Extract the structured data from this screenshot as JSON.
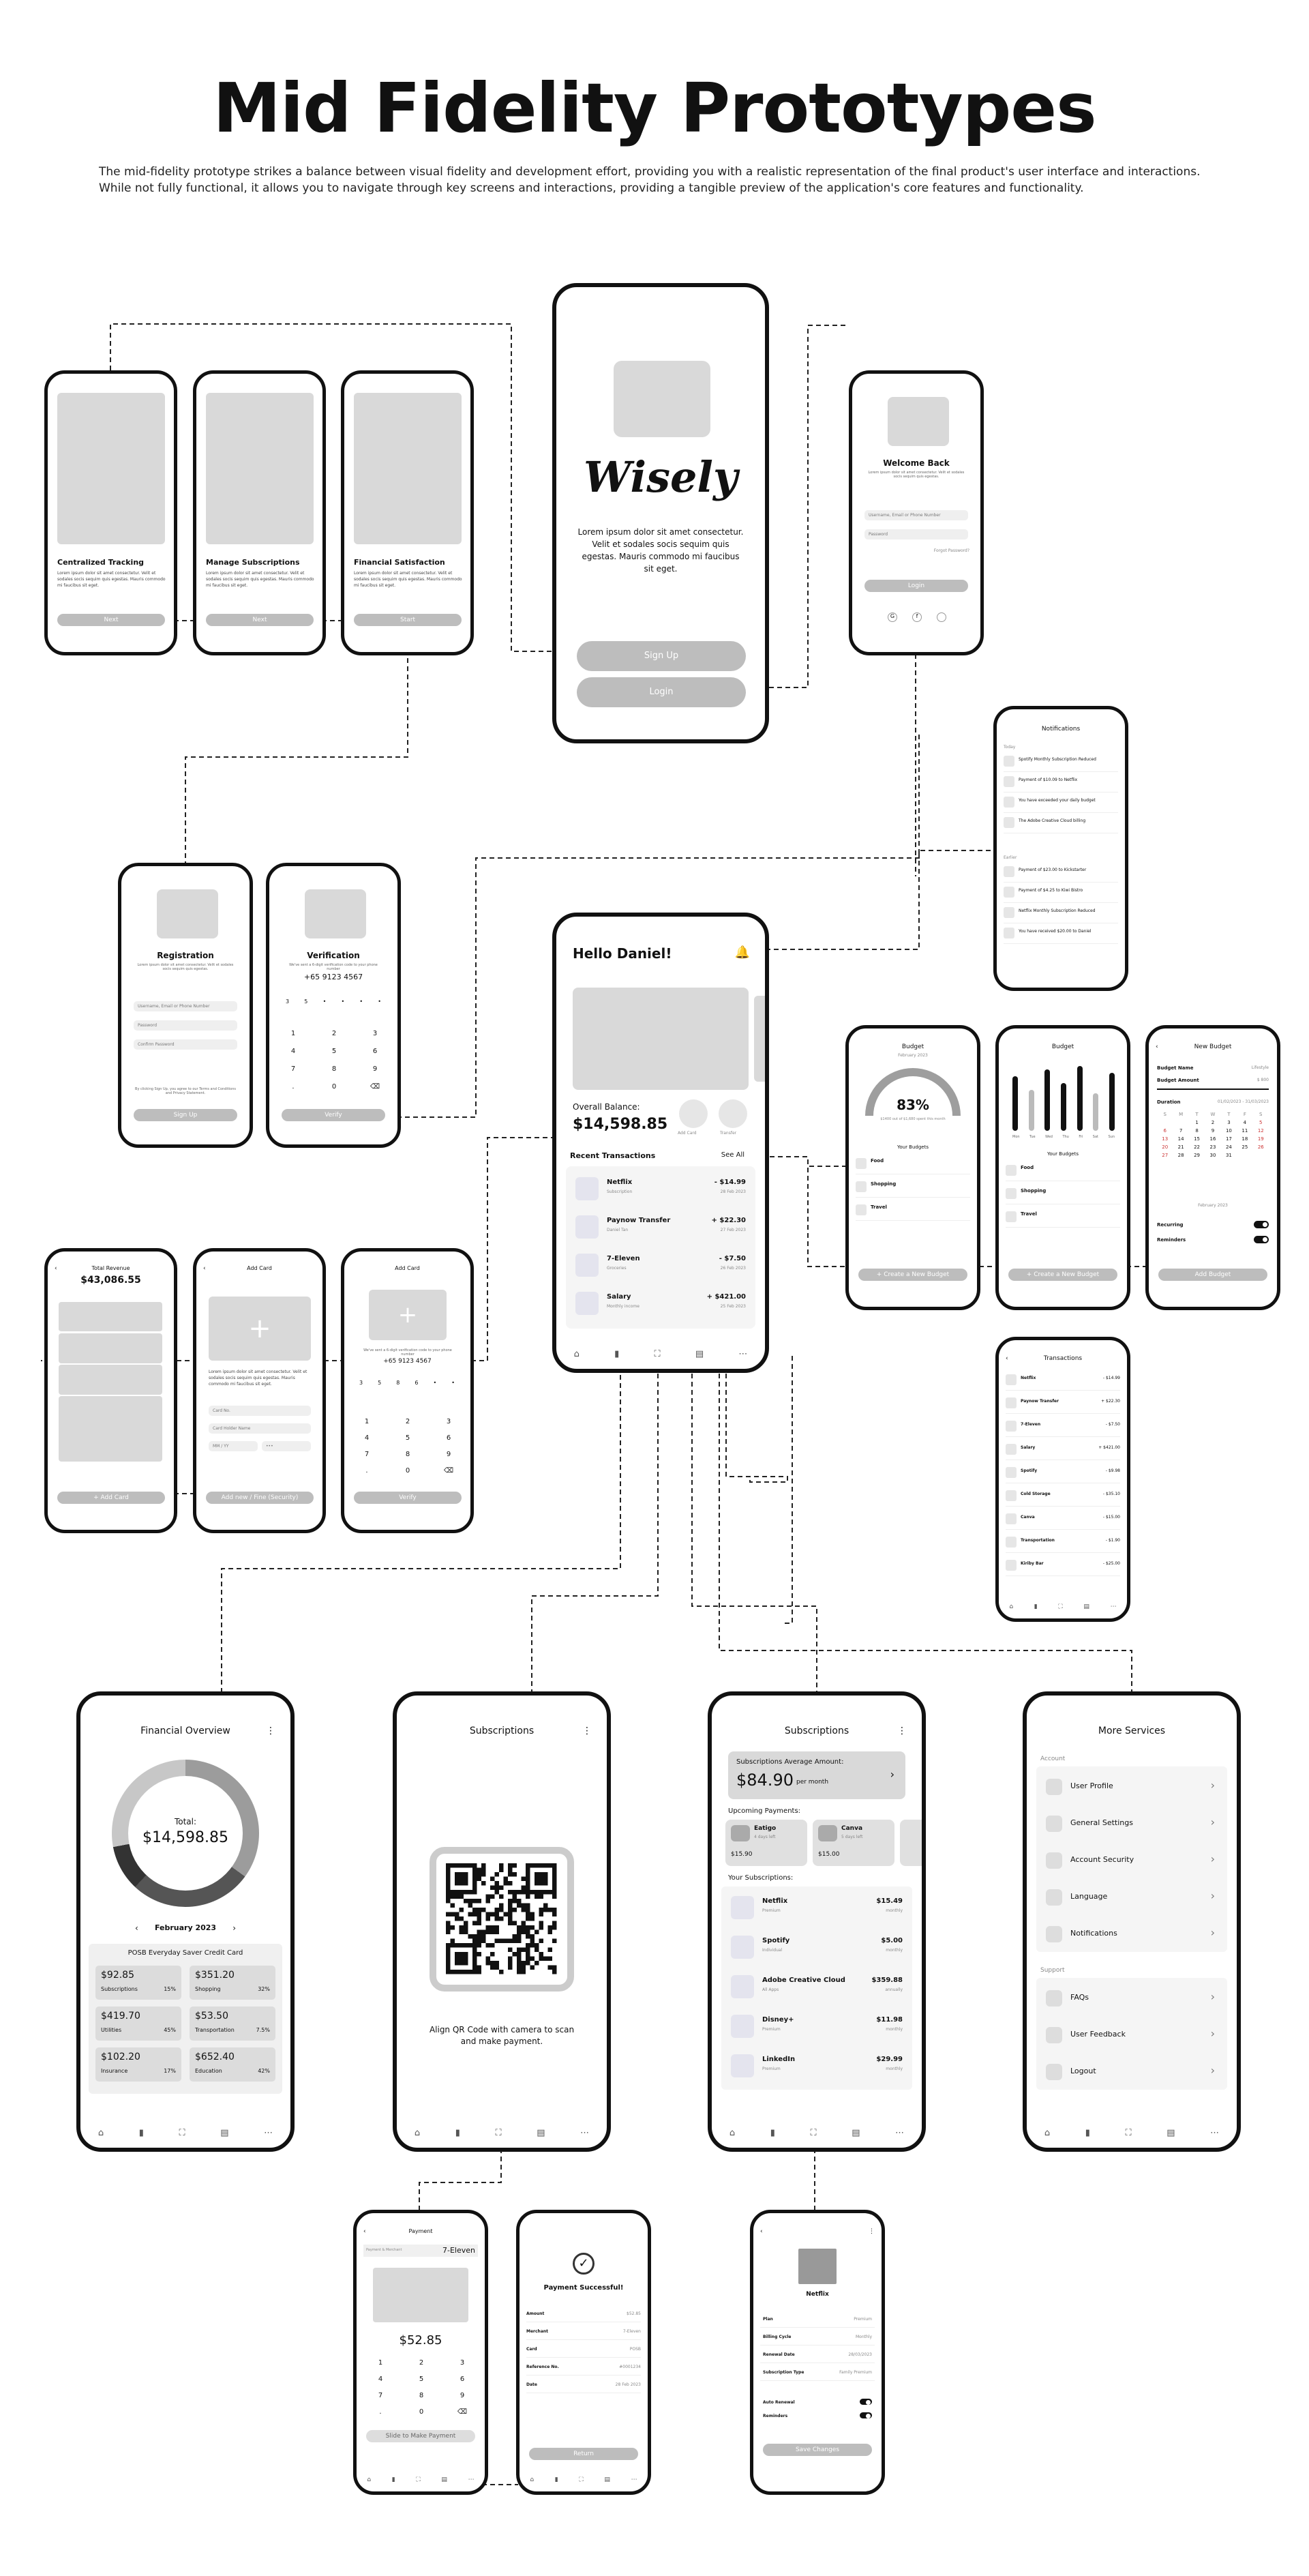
{
  "header": {
    "title": "Mid Fidelity Prototypes",
    "description": "The mid-fidelity prototype strikes a balance between visual fidelity and development effort, providing you with a realistic representation of the final product's user interface and interactions. While not fully functional, it allows you to navigate through key screens and interactions, providing a tangible preview of the application's core features and functionality."
  },
  "onboarding": [
    {
      "title": "Centralized Tracking",
      "body": "Lorem ipsum dolor sit amet consectetur. Velit et sodales socis sequim quis egestas. Mauris commodo mi faucibus sit eget.",
      "button": "Next"
    },
    {
      "title": "Manage Subscriptions",
      "body": "Lorem ipsum dolor sit amet consectetur. Velit et sodales socis sequim quis egestas. Mauris commodo mi faucibus sit eget.",
      "button": "Next"
    },
    {
      "title": "Financial Satisfaction",
      "body": "Lorem ipsum dolor sit amet consectetur. Velit et sodales socis sequim quis egestas. Mauris commodo mi faucibus sit eget.",
      "button": "Start"
    }
  ],
  "splash": {
    "logo": "Wisely",
    "body": "Lorem ipsum dolor sit amet consectetur. Velit et sodales socis sequim quis egestas. Mauris commodo mi faucibus sit eget.",
    "signup": "Sign Up",
    "login": "Login"
  },
  "login": {
    "title": "Welcome Back",
    "subtitle": "Lorem ipsum dolor sit amet consectetur. Velit et sodales socis sequim quis egestas.",
    "email": "Username, Email or Phone Number",
    "password": "Password",
    "forgot": "Forgot Password?",
    "button": "Login"
  },
  "notifications": {
    "title": "Notifications",
    "today": "Today",
    "earlier": "Earlier",
    "items": [
      "Spotify Monthly Subscription Reduced",
      "Payment of $10.09 to Netflix",
      "You have exceeded your daily budget",
      "The Adobe Creative Cloud billing",
      "Payment of $23.00 to Kickstarter",
      "Payment of $4.25 to Kiwi Bistro",
      "Netflix Monthly Subscription Reduced",
      "You have received $20.00 to Daniel"
    ]
  },
  "registration": {
    "title": "Registration",
    "subtitle": "Lorem ipsum dolor sit amet consectetur. Velit et sodales socis sequim quis egestas.",
    "email": "Username, Email or Phone Number",
    "password": "Password",
    "confirm": "Confirm Password",
    "terms": "By clicking Sign Up, you agree to our Terms and Conditions and Privacy Statement.",
    "button": "Sign Up"
  },
  "verification": {
    "title": "Verification",
    "subtitle": "We've sent a 6-digit verification code to your phone number",
    "phone": "+65 9123 4567",
    "code": [
      "3",
      "5",
      "•",
      "•",
      "•",
      "•"
    ],
    "keys": [
      "1",
      "2",
      "3",
      "4",
      "5",
      "6",
      "7",
      "8",
      "9",
      ".",
      "0",
      "⌫"
    ],
    "button": "Verify"
  },
  "home": {
    "greeting": "Hello Daniel!",
    "balance_label": "Overall Balance:",
    "balance": "$14,598.85",
    "quick": [
      "Add Card",
      "Transfer"
    ],
    "recent": "Recent Transactions",
    "see": "See All",
    "transactions": [
      {
        "name": "Netflix",
        "detail": "Subscription",
        "amount": "- $14.99",
        "date": "28 Feb 2023"
      },
      {
        "name": "Paynow Transfer",
        "detail": "Daniel Tan",
        "amount": "+ $22.30",
        "date": "27 Feb 2023"
      },
      {
        "name": "7-Eleven",
        "detail": "Groceries",
        "amount": "- $7.50",
        "date": "26 Feb 2023"
      },
      {
        "name": "Salary",
        "detail": "Monthly income",
        "amount": "+ $421.00",
        "date": "25 Feb 2023"
      }
    ]
  },
  "budget1": {
    "title": "Budget",
    "month": "February 2023",
    "percent": "83%",
    "note": "$1400 out of $1,680 spent this month",
    "your": "Your Budgets",
    "items": [
      "Food",
      "Shopping",
      "Travel"
    ],
    "button": "+ Create a New Budget"
  },
  "budget2": {
    "title": "Budget",
    "your": "Your Budgets",
    "items": [
      "Food",
      "Shopping",
      "Travel"
    ],
    "days": [
      "Mon",
      "Tue",
      "Wed",
      "Thu",
      "Fri",
      "Sat",
      "Sun"
    ],
    "button": "+ Create a New Budget"
  },
  "newbudget": {
    "title": "New Budget",
    "name_label": "Budget Name",
    "name_value": "Lifestyle",
    "amount_label": "Budget Amount",
    "amount_value": "$ 800",
    "duration": "Duration",
    "range": "01/02/2023 - 31/03/2023",
    "week": [
      "S",
      "M",
      "T",
      "W",
      "T",
      "F",
      "S"
    ],
    "days": [
      "",
      "",
      "1",
      "2",
      "3",
      "4",
      "5",
      "6",
      "7",
      "8",
      "9",
      "10",
      "11",
      "12",
      "13",
      "14",
      "15",
      "16",
      "17",
      "18",
      "19",
      "20",
      "21",
      "22",
      "23",
      "24",
      "25",
      "26",
      "27",
      "28",
      "29",
      "30",
      "31"
    ],
    "month": "February 2023",
    "recurring": "Recurring",
    "reminders": "Reminders",
    "button": "Add Budget"
  },
  "transactions": {
    "title": "Transactions",
    "items": [
      {
        "name": "Netflix",
        "amount": "- $14.99"
      },
      {
        "name": "Paynow Transfer",
        "amount": "+ $22.30"
      },
      {
        "name": "7-Eleven",
        "amount": "- $7.50"
      },
      {
        "name": "Salary",
        "amount": "+ $421.00"
      },
      {
        "name": "Spotify",
        "amount": "- $9.98"
      },
      {
        "name": "Cold Storage",
        "amount": "- $35.10"
      },
      {
        "name": "Canva",
        "amount": "- $15.00"
      },
      {
        "name": "Transportation",
        "amount": "- $1.90"
      },
      {
        "name": "Kiriby Bar",
        "amount": "- $25.00"
      }
    ]
  },
  "revenue": {
    "title": "Total Revenue",
    "amount": "$43,086.55",
    "button": "+ Add Card"
  },
  "addcard": {
    "title": "Add Card",
    "body": "Lorem ipsum dolor sit amet consectetur. Velit et sodales socis sequim quis egestas. Mauris commodo mi faucibus sit eget.",
    "card": "Card No.",
    "name": "Card Holder Name",
    "cvv": "MM / YY",
    "button": "Add new / Fine (Security)"
  },
  "addcard2": {
    "title": "Add Card",
    "subtitle": "We've sent a 6-digit verification code to your phone number",
    "phone": "+65 9123 4567",
    "code": [
      "3",
      "5",
      "8",
      "6",
      "•",
      "•"
    ],
    "keys": [
      "1",
      "2",
      "3",
      "4",
      "5",
      "6",
      "7",
      "8",
      "9",
      ".",
      "0",
      "⌫"
    ],
    "button": "Verify"
  },
  "overview": {
    "title": "Financial Overview",
    "total_label": "Total:",
    "total": "$14,598.85",
    "month": "February 2023",
    "card": "POSB Everyday Saver Credit Card",
    "stats": [
      {
        "amount": "$92.85",
        "label": "Subscriptions",
        "pct": "15%"
      },
      {
        "amount": "$351.20",
        "label": "Shopping",
        "pct": "32%"
      },
      {
        "amount": "$419.70",
        "label": "Utilities",
        "pct": "45%"
      },
      {
        "amount": "$53.50",
        "label": "Transportation",
        "pct": "7.5%"
      },
      {
        "amount": "$102.20",
        "label": "Insurance",
        "pct": "17%"
      },
      {
        "amount": "$652.40",
        "label": "Education",
        "pct": "42%"
      }
    ]
  },
  "scan": {
    "title": "Subscriptions",
    "hint": "Align QR Code with camera to scan and make payment."
  },
  "subscriptions": {
    "title": "Subscriptions",
    "avg_label": "Subscriptions Average Amount:",
    "avg": "$84.90",
    "per": "per month",
    "upcoming": "Upcoming Payments:",
    "up": [
      {
        "name": "Eatigo",
        "days": "4 days left",
        "amount": "$15.90"
      },
      {
        "name": "Canva",
        "days": "5 days left",
        "amount": "$15.00"
      }
    ],
    "yours": "Your Subscriptions:",
    "list": [
      {
        "name": "Netflix",
        "plan": "Premium",
        "amount": "$15.49",
        "cycle": "monthly"
      },
      {
        "name": "Spotify",
        "plan": "Individual",
        "amount": "$5.00",
        "cycle": "monthly"
      },
      {
        "name": "Adobe Creative Cloud",
        "plan": "All Apps",
        "amount": "$359.88",
        "cycle": "annually"
      },
      {
        "name": "Disney+",
        "plan": "Premium",
        "amount": "$11.98",
        "cycle": "monthly"
      },
      {
        "name": "LinkedIn",
        "plan": "Premium",
        "amount": "$29.99",
        "cycle": "monthly"
      }
    ]
  },
  "services": {
    "title": "More Services",
    "account": "Account",
    "account_items": [
      "User Profile",
      "General Settings",
      "Account Security",
      "Language",
      "Notifications"
    ],
    "support": "Support",
    "support_items": [
      "FAQs",
      "User Feedback",
      "Logout"
    ]
  },
  "payment": {
    "title": "Payment",
    "to_label": "Payment & Merchant",
    "merchant": "7-Eleven",
    "amount": "$52.85",
    "keys": [
      "1",
      "2",
      "3",
      "4",
      "5",
      "6",
      "7",
      "8",
      "9",
      ".",
      "0",
      "⌫"
    ],
    "slide": "Slide to Make Payment"
  },
  "success": {
    "title": "Payment Successful!",
    "rows": [
      {
        "k": "Amount",
        "v": "$52.85"
      },
      {
        "k": "Merchant",
        "v": "7-Eleven"
      },
      {
        "k": "Card",
        "v": "POSB"
      },
      {
        "k": "Reference No.",
        "v": "#0001234"
      },
      {
        "k": "Date",
        "v": "28 Feb 2023"
      }
    ],
    "button": "Return"
  },
  "subdetail": {
    "name": "Netflix",
    "rows": [
      {
        "k": "Plan",
        "v": "Premium"
      },
      {
        "k": "Billing Cycle",
        "v": "Monthly"
      },
      {
        "k": "Renewal Date",
        "v": "28/03/2023"
      },
      {
        "k": "Subscription Type",
        "v": "Family Premium"
      }
    ],
    "auto": "Auto Renewal",
    "reminders": "Reminders",
    "button": "Save Changes"
  }
}
